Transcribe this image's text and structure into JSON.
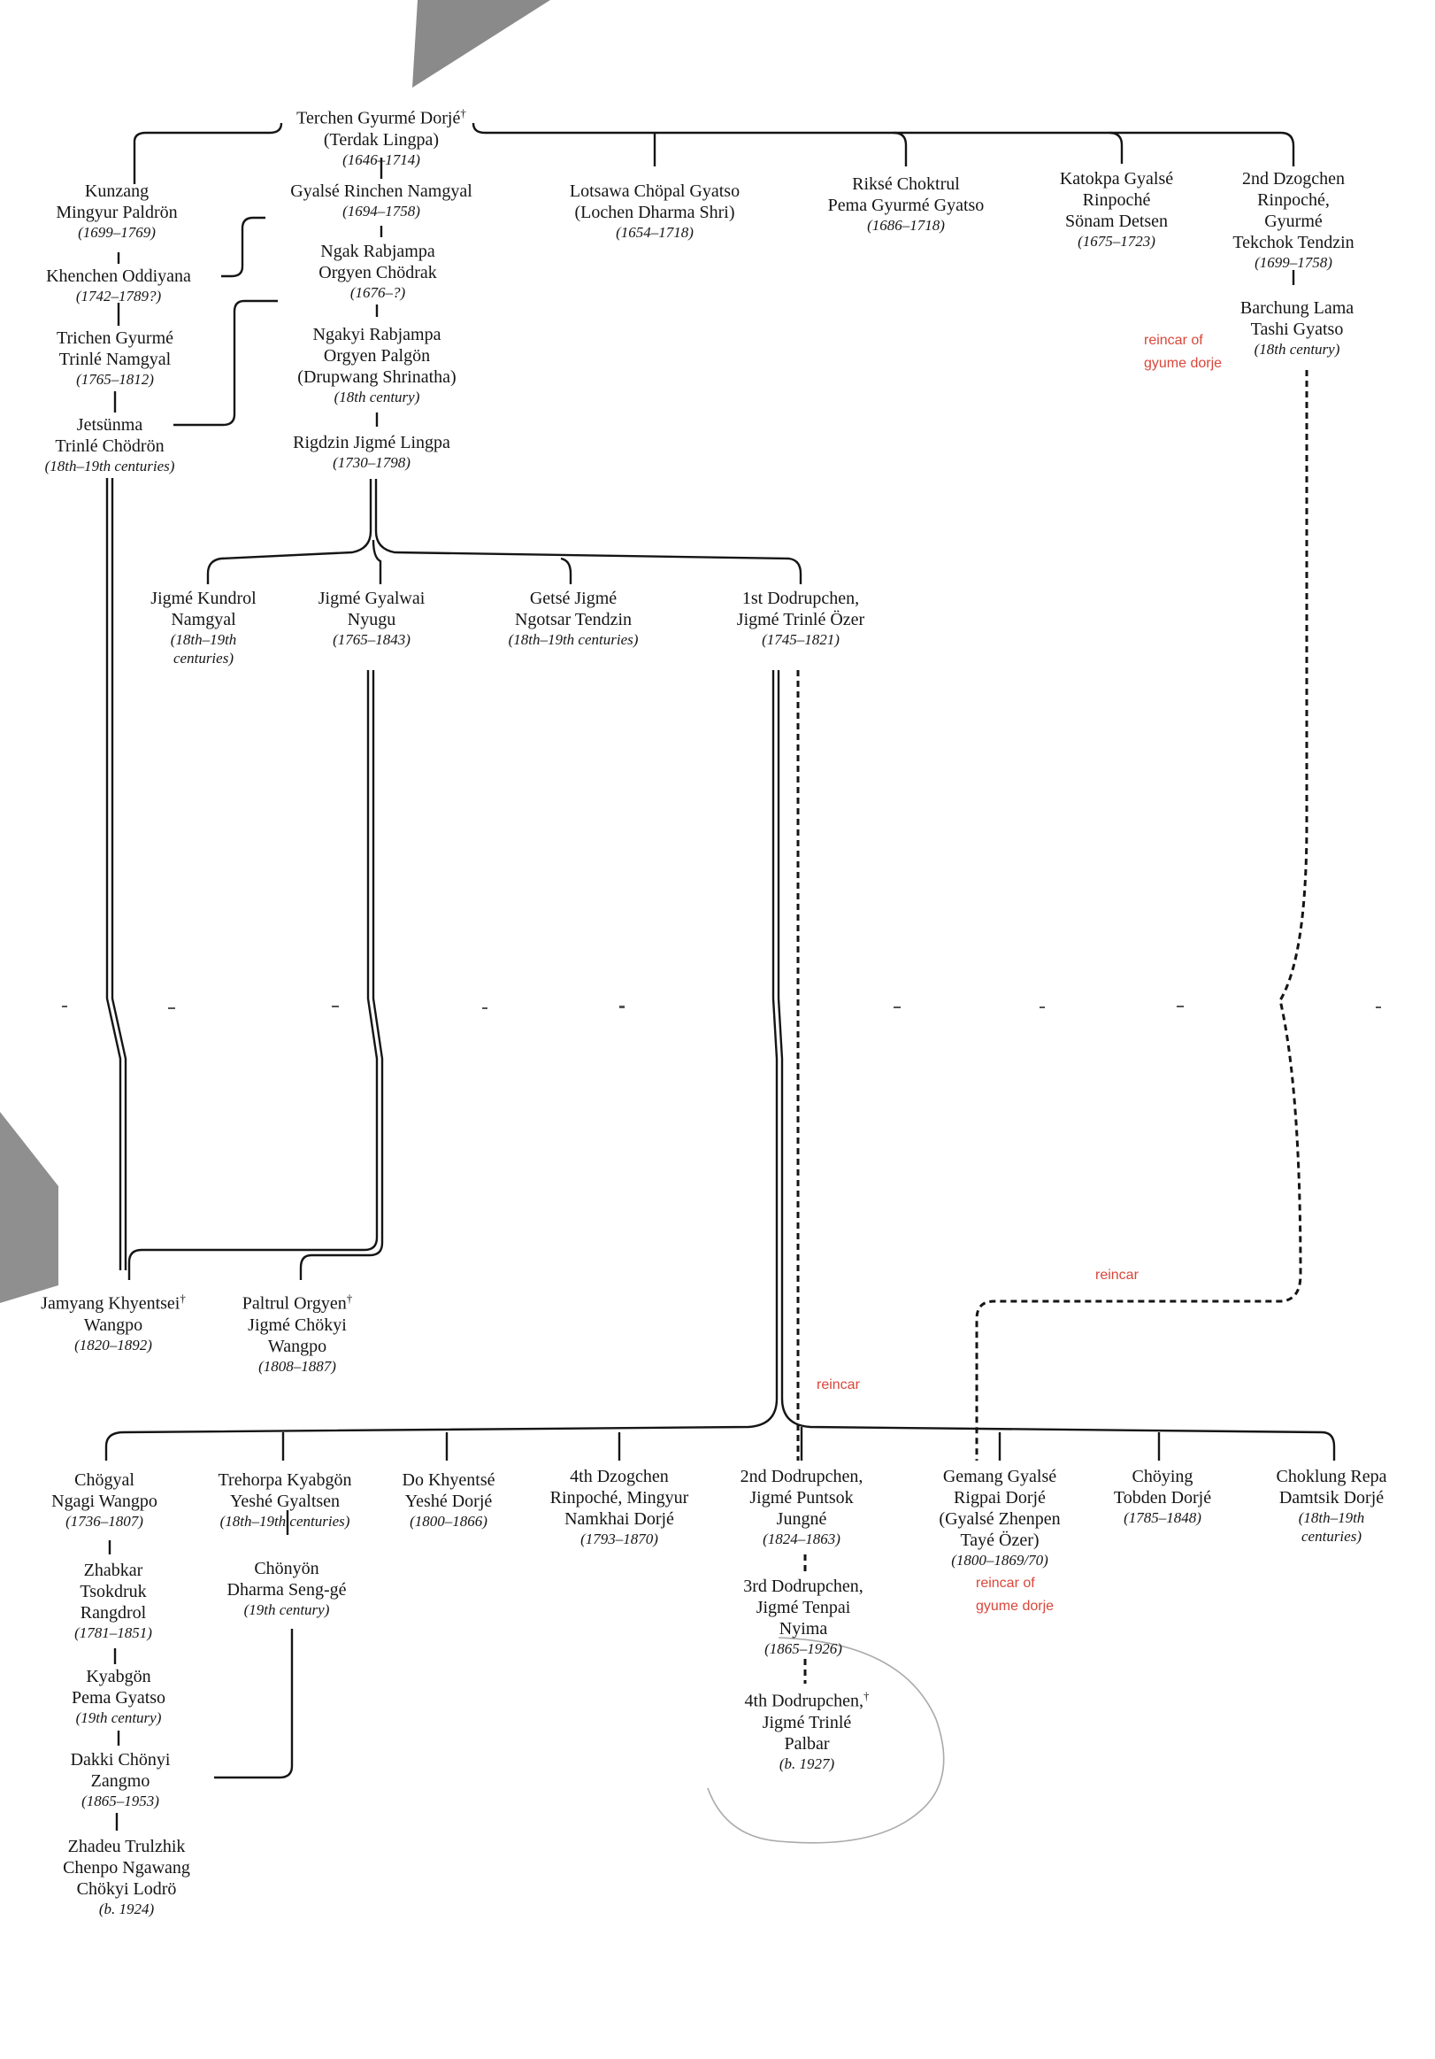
{
  "nodes": [
    {
      "id": "terchen",
      "lines": [
        "Terchen Gyurmé Dorjé",
        "(Terdak Lingpa)"
      ],
      "dates": [
        "(1646–1714)"
      ],
      "dagger": "†"
    },
    {
      "id": "kunzang",
      "lines": [
        "Kunzang",
        "Mingyur Paldrön"
      ],
      "dates": [
        "(1699–1769)"
      ]
    },
    {
      "id": "gyalse_rinchen",
      "lines": [
        "Gyalsé Rinchen Namgyal"
      ],
      "dates": [
        "(1694–1758)"
      ]
    },
    {
      "id": "lotsawa",
      "lines": [
        "Lotsawa Chöpal Gyatso",
        "(Lochen Dharma Shri)"
      ],
      "dates": [
        "(1654–1718)"
      ]
    },
    {
      "id": "rikse",
      "lines": [
        "Riksé Choktrul",
        "Pema Gyurmé Gyatso"
      ],
      "dates": [
        "(1686–1718)"
      ]
    },
    {
      "id": "katokpa",
      "lines": [
        "Katokpa Gyalsé",
        "Rinpoché",
        "Sönam Detsen"
      ],
      "dates": [
        "(1675–1723)"
      ]
    },
    {
      "id": "dzogchen2",
      "lines": [
        "2nd Dzogchen",
        "Rinpoché,",
        "Gyurmé",
        "Tekchok Tendzin"
      ],
      "dates": [
        "(1699–1758)"
      ]
    },
    {
      "id": "khenchen",
      "lines": [
        "Khenchen Oddiyana"
      ],
      "dates": [
        "(1742–1789?)"
      ]
    },
    {
      "id": "ngak_orgyen",
      "lines": [
        "Ngak Rabjampa",
        "Orgyen Chödrak"
      ],
      "dates": [
        "(1676–?)"
      ]
    },
    {
      "id": "trichen",
      "lines": [
        "Trichen Gyurmé",
        "Trinlé Namgyal"
      ],
      "dates": [
        "(1765–1812)"
      ]
    },
    {
      "id": "ngakyi",
      "lines": [
        "Ngakyi Rabjampa",
        "Orgyen Palgön",
        "(Drupwang Shrinatha)"
      ],
      "dates": [
        "(18th century)"
      ]
    },
    {
      "id": "barchung",
      "lines": [
        "Barchung Lama",
        "Tashi Gyatso"
      ],
      "dates": [
        "(18th century)"
      ]
    },
    {
      "id": "jetsunma",
      "lines": [
        "Jetsünma",
        "Trinlé Chödrön"
      ],
      "dates": [
        "(18th–19th centuries)"
      ]
    },
    {
      "id": "rigdzin",
      "lines": [
        "Rigdzin Jigmé Lingpa"
      ],
      "dates": [
        "(1730–1798)"
      ]
    },
    {
      "id": "kundrol",
      "lines": [
        "Jigmé Kundrol",
        "Namgyal"
      ],
      "dates": [
        "(18th–19th",
        "centuries)"
      ]
    },
    {
      "id": "gyalwai",
      "lines": [
        "Jigmé Gyalwai",
        "Nyugu"
      ],
      "dates": [
        "(1765–1843)"
      ]
    },
    {
      "id": "getse",
      "lines": [
        "Getsé Jigmé",
        "Ngotsar Tendzin"
      ],
      "dates": [
        "(18th–19th centuries)"
      ]
    },
    {
      "id": "dodrup1",
      "lines": [
        "1st Dodrupchen,",
        "Jigmé Trinlé Özer"
      ],
      "dates": [
        "(1745–1821)"
      ]
    },
    {
      "id": "jamyang",
      "lines": [
        "Jamyang Khyentsei",
        "Wangpo"
      ],
      "dates": [
        "(1820–1892)"
      ],
      "dagger": "†"
    },
    {
      "id": "paltrul",
      "lines": [
        "Paltrul Orgyen",
        "Jigmé Chökyi",
        "Wangpo"
      ],
      "dates": [
        "(1808–1887)"
      ],
      "dagger": "†"
    },
    {
      "id": "chogyal",
      "lines": [
        "Chögyal",
        "Ngagi Wangpo"
      ],
      "dates": [
        "(1736–1807)"
      ]
    },
    {
      "id": "trehorpa",
      "lines": [
        "Trehorpa Kyabgön",
        "Yeshé Gyaltsen"
      ],
      "dates": [
        "(18th–19th centuries)"
      ]
    },
    {
      "id": "do_khyentse",
      "lines": [
        "Do Khyentsé",
        "Yeshé Dorjé"
      ],
      "dates": [
        "(1800–1866)"
      ]
    },
    {
      "id": "dzogchen4",
      "lines": [
        "4th Dzogchen",
        "Rinpoché, Mingyur",
        "Namkhai Dorjé"
      ],
      "dates": [
        "(1793–1870)"
      ]
    },
    {
      "id": "dodrup2",
      "lines": [
        "2nd Dodrupchen,",
        "Jigmé Puntsok",
        "Jungné"
      ],
      "dates": [
        "(1824–1863)"
      ]
    },
    {
      "id": "gemang",
      "lines": [
        "Gemang Gyalsé",
        "Rigpai Dorjé",
        "(Gyalsé Zhenpen",
        "Tayé Özer)"
      ],
      "dates": [
        "(1800–1869/70)"
      ]
    },
    {
      "id": "choying",
      "lines": [
        "Chöying",
        "Tobden Dorjé"
      ],
      "dates": [
        "(1785–1848)"
      ]
    },
    {
      "id": "choklung",
      "lines": [
        "Choklung Repa",
        "Damtsik Dorjé"
      ],
      "dates": [
        "(18th–19th",
        "centuries)"
      ]
    },
    {
      "id": "zhabkar",
      "lines": [
        "Zhabkar",
        "Tsokdruk",
        "Rangdrol"
      ],
      "dates": [
        "(1781–1851)"
      ]
    },
    {
      "id": "chonyon",
      "lines": [
        "Chönyön",
        "Dharma Seng-gé"
      ],
      "dates": [
        "(19th century)"
      ]
    },
    {
      "id": "dodrup3",
      "lines": [
        "3rd Dodrupchen,",
        "Jigmé Tenpai",
        "Nyima"
      ],
      "dates": [
        "(1865–1926)"
      ]
    },
    {
      "id": "kyabgon",
      "lines": [
        "Kyabgön",
        "Pema Gyatso"
      ],
      "dates": [
        "(19th century)"
      ]
    },
    {
      "id": "dodrup4",
      "lines": [
        "4th Dodrupchen,",
        "Jigmé Trinlé",
        "Palbar"
      ],
      "dates": [
        "(b. 1927)"
      ],
      "dagger": "†"
    },
    {
      "id": "dakki",
      "lines": [
        "Dakki Chönyi",
        "Zangmo"
      ],
      "dates": [
        "(1865–1953)"
      ]
    },
    {
      "id": "zhadeu",
      "lines": [
        "Zhadeu Trulzhik",
        "Chenpo Ngawang",
        "Chökyi Lodrö"
      ],
      "dates": [
        "(b. 1924)"
      ]
    }
  ],
  "notes": [
    {
      "id": "note1",
      "lines": [
        "reincar of",
        "gyume dorje"
      ]
    },
    {
      "id": "note2",
      "lines": [
        "reincar"
      ]
    },
    {
      "id": "note3",
      "lines": [
        "reincar"
      ]
    },
    {
      "id": "note4",
      "lines": [
        "reincar of",
        "gyume dorje"
      ]
    }
  ],
  "colors": {
    "ink": "#151515",
    "annotation": "#d9463a",
    "shadow": "#8a8a8a"
  }
}
